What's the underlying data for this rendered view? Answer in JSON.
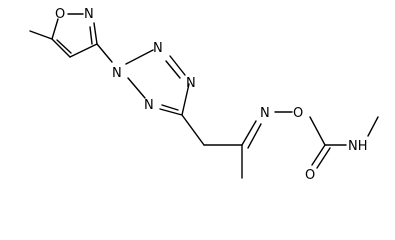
{
  "diagram": {
    "type": "chemical-structure",
    "colors": {
      "bond": "#000000",
      "text": "#000000",
      "background": "#ffffff"
    },
    "atoms": {
      "isoxazole_o": "O",
      "isoxazole_n": "N",
      "tetrazole_n1": "N",
      "tetrazole_n2": "N",
      "tetrazole_n3": "N",
      "tetrazole_n4": "N",
      "oxime_n": "N",
      "oxime_o": "O",
      "carbamate_nh": "NH",
      "carbonyl_o": "O"
    }
  }
}
